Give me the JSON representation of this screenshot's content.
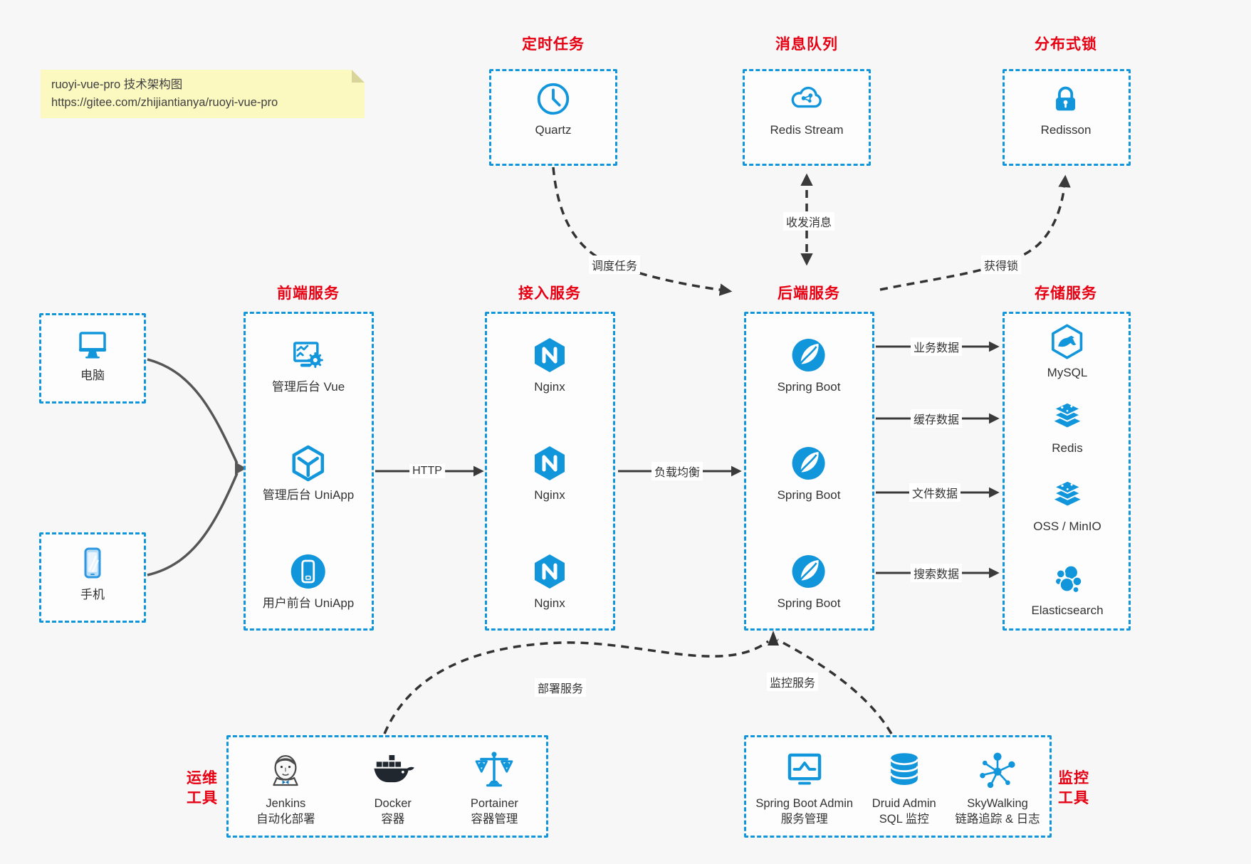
{
  "note": {
    "line1": "ruoyi-vue-pro 技术架构图",
    "line2": "https://gitee.com/zhijiantianya/ruoyi-vue-pro"
  },
  "top_groups": [
    {
      "title": "定时任务",
      "item": {
        "label": "Quartz",
        "icon": "clock-icon"
      }
    },
    {
      "title": "消息队列",
      "item": {
        "label": "Redis Stream",
        "icon": "cloud-network-icon"
      }
    },
    {
      "title": "分布式锁",
      "item": {
        "label": "Redisson",
        "icon": "lock-icon"
      }
    }
  ],
  "clients": [
    {
      "label": "电脑",
      "icon": "desktop-icon"
    },
    {
      "label": "手机",
      "icon": "smartphone-icon"
    }
  ],
  "columns": [
    {
      "title": "前端服务",
      "items": [
        {
          "label": "管理后台 Vue",
          "icon": "admin-dashboard-icon"
        },
        {
          "label": "管理后台 UniApp",
          "icon": "cube-icon"
        },
        {
          "label": "用户前台 UniApp",
          "icon": "mobile-app-icon"
        }
      ]
    },
    {
      "title": "接入服务",
      "items": [
        {
          "label": "Nginx",
          "icon": "nginx-icon"
        },
        {
          "label": "Nginx",
          "icon": "nginx-icon"
        },
        {
          "label": "Nginx",
          "icon": "nginx-icon"
        }
      ]
    },
    {
      "title": "后端服务",
      "items": [
        {
          "label": "Spring Boot",
          "icon": "spring-boot-icon"
        },
        {
          "label": "Spring Boot",
          "icon": "spring-boot-icon"
        },
        {
          "label": "Spring Boot",
          "icon": "spring-boot-icon"
        }
      ]
    },
    {
      "title": "存储服务",
      "items": [
        {
          "label": "MySQL",
          "icon": "mysql-icon"
        },
        {
          "label": "Redis",
          "icon": "layer-stack-icon"
        },
        {
          "label": "OSS / MinIO",
          "icon": "layer-stack-icon"
        },
        {
          "label": "Elasticsearch",
          "icon": "elasticsearch-icon"
        }
      ]
    }
  ],
  "bottom_groups": [
    {
      "title": [
        "运维",
        "工具"
      ],
      "items": [
        {
          "name": "Jenkins",
          "desc": "自动化部署",
          "icon": "jenkins-icon"
        },
        {
          "name": "Docker",
          "desc": "容器",
          "icon": "docker-icon"
        },
        {
          "name": "Portainer",
          "desc": "容器管理",
          "icon": "portainer-icon"
        }
      ]
    },
    {
      "title": [
        "监控",
        "工具"
      ],
      "items": [
        {
          "name": "Spring Boot Admin",
          "desc": "服务管理",
          "icon": "spring-boot-admin-icon"
        },
        {
          "name": "Druid Admin",
          "desc": "SQL 监控",
          "icon": "druid-database-icon"
        },
        {
          "name": "SkyWalking",
          "desc": "链路追踪 & 日志",
          "icon": "skywalking-icon"
        }
      ]
    }
  ],
  "edges": {
    "http": "HTTP",
    "load_balance": "负载均衡",
    "business": "业务数据",
    "cache": "缓存数据",
    "file": "文件数据",
    "search": "搜索数据",
    "schedule": "调度任务",
    "message": "收发消息",
    "lock": "获得锁",
    "deploy": "部署服务",
    "monitor": "监控服务"
  },
  "colors": {
    "accent": "#1296db",
    "title_red": "#e60012",
    "note_bg": "#fbf8c0",
    "arrow": "#3a3a3a"
  }
}
